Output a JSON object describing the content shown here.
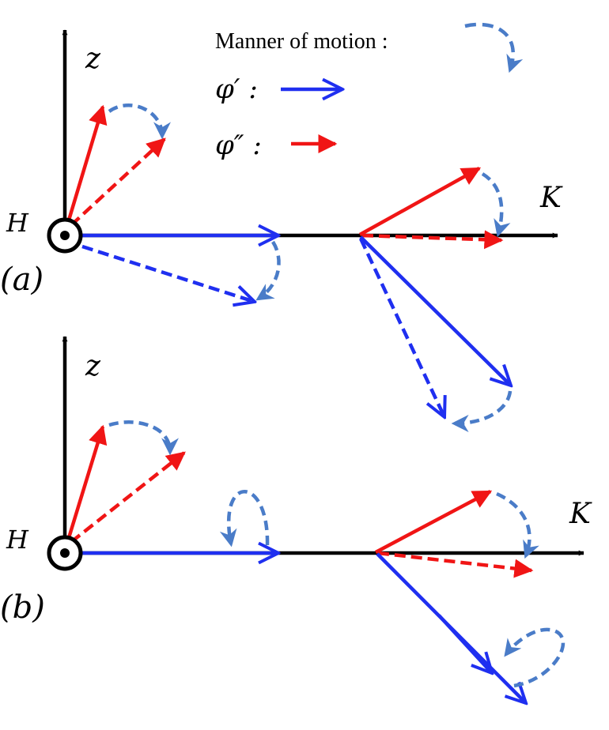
{
  "legend": {
    "motion_label": "Manner of motion :",
    "phi_prime_label": "φ′ :",
    "phi_double_prime_label": "φ″ :"
  },
  "panel_a": {
    "tag": "(a)",
    "z_label": "z",
    "k_label": "K",
    "h_label": "H"
  },
  "panel_b": {
    "tag": "(b)",
    "z_label": "z",
    "k_label": "K",
    "h_label": "H"
  },
  "colors": {
    "blue": "#1f2ff0",
    "red": "#f01515",
    "motion": "#4a7cc8",
    "axis": "#000000"
  }
}
